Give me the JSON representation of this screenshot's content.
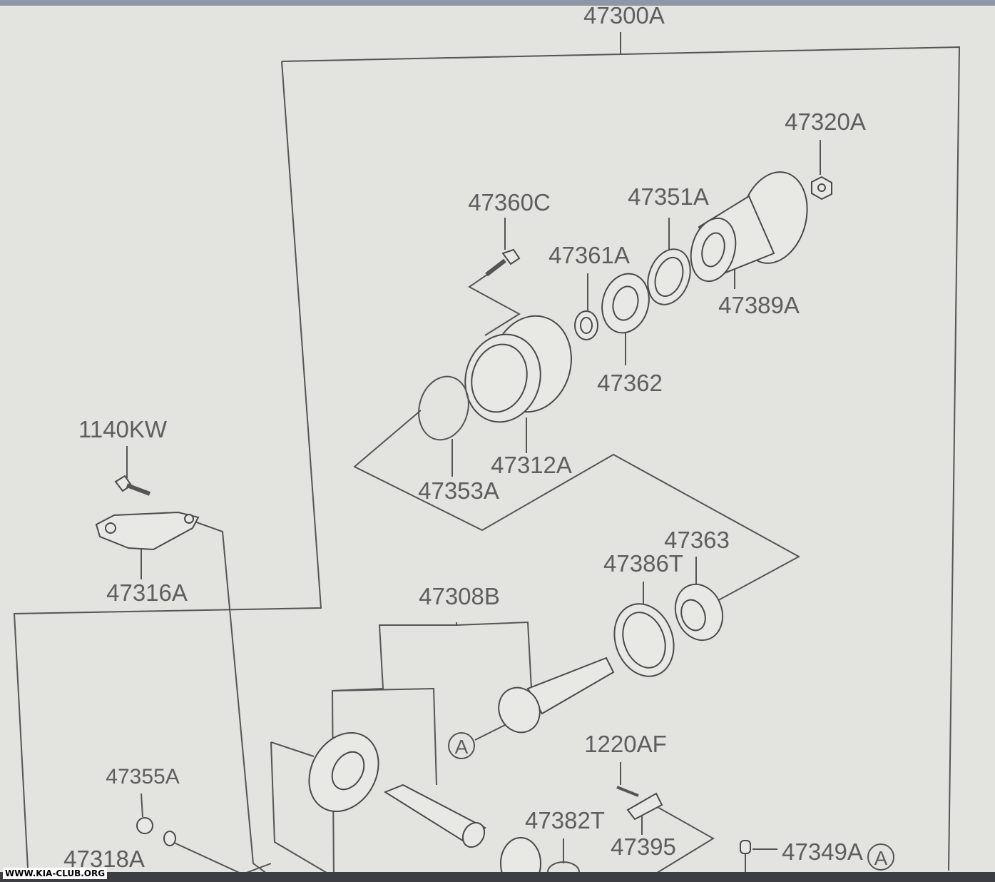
{
  "diagram": {
    "assembly_label": "47300A",
    "labels": {
      "p47320A": "47320A",
      "p47360C": "47360C",
      "p47351A": "47351A",
      "p47361A": "47361A",
      "p47389A": "47389A",
      "p47362": "47362",
      "p1140KW": "1140KW",
      "p47312A": "47312A",
      "p47353A": "47353A",
      "p47363": "47363",
      "p47386T": "47386T",
      "p47316A": "47316A",
      "p47308B": "47308B",
      "p1220AF": "1220AF",
      "p47355A": "47355A",
      "p47382T": "47382T",
      "p47395": "47395",
      "p47349A": "47349A",
      "p47318A": "47318A"
    },
    "ref_marker": "A"
  },
  "watermark": "WWW.KIA-CLUB.ORG"
}
